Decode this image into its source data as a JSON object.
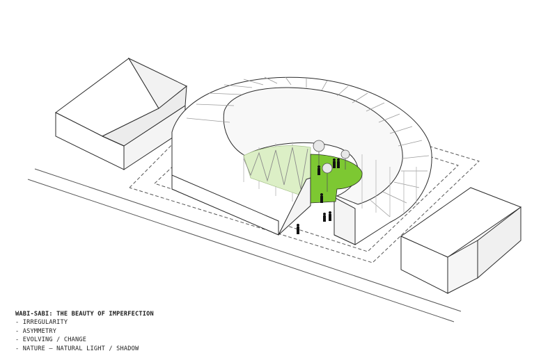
{
  "caption": {
    "title": "WABI-SABI: THE BEAUTY OF IMPERFECTION",
    "items": [
      "- IRREGULARITY",
      "- ASYMMETRY",
      "- EVOLVING / CHANGE",
      "- NATURE – NATURAL LIGHT / SHADOW"
    ]
  },
  "colors": {
    "courtyard_green": "#7dc832",
    "interior_green": "#dcefc6",
    "line": "#2a2a2a",
    "light_line": "#9a9a9a",
    "wall_fill": "#ffffff",
    "roof_shade": "#ececec"
  }
}
